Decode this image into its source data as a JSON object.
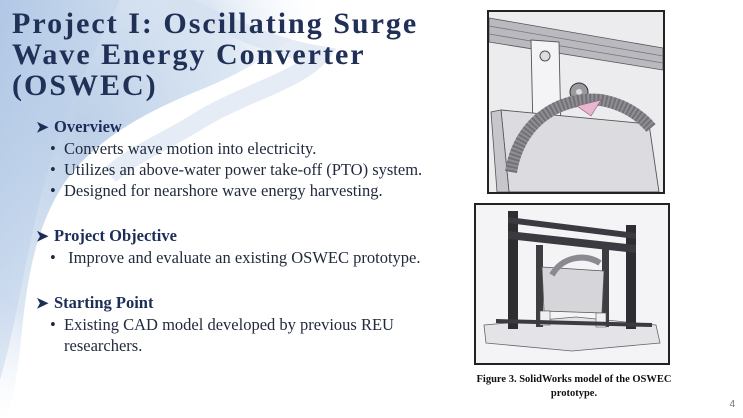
{
  "slide": {
    "title": "Project I: Oscillating Surge Wave Energy Converter (OSWEC)",
    "page_number": "4"
  },
  "sections": [
    {
      "heading": "Overview",
      "bullets": [
        "Converts wave motion into electricity.",
        "Utilizes an above-water power take-off (PTO) system.",
        "Designed for nearshore wave energy harvesting."
      ]
    },
    {
      "heading": "Project Objective",
      "bullets": [
        " Improve and evaluate an existing OSWEC prototype."
      ]
    },
    {
      "heading": "Starting Point",
      "bullets": [
        "Existing CAD model developed by previous REU researchers."
      ]
    }
  ],
  "figure": {
    "caption": "Figure 3. SolidWorks model of the OSWEC prototype."
  },
  "icons": {
    "section_marker": "arrow-right-icon",
    "bullet_marker": "bullet-dot-icon"
  }
}
